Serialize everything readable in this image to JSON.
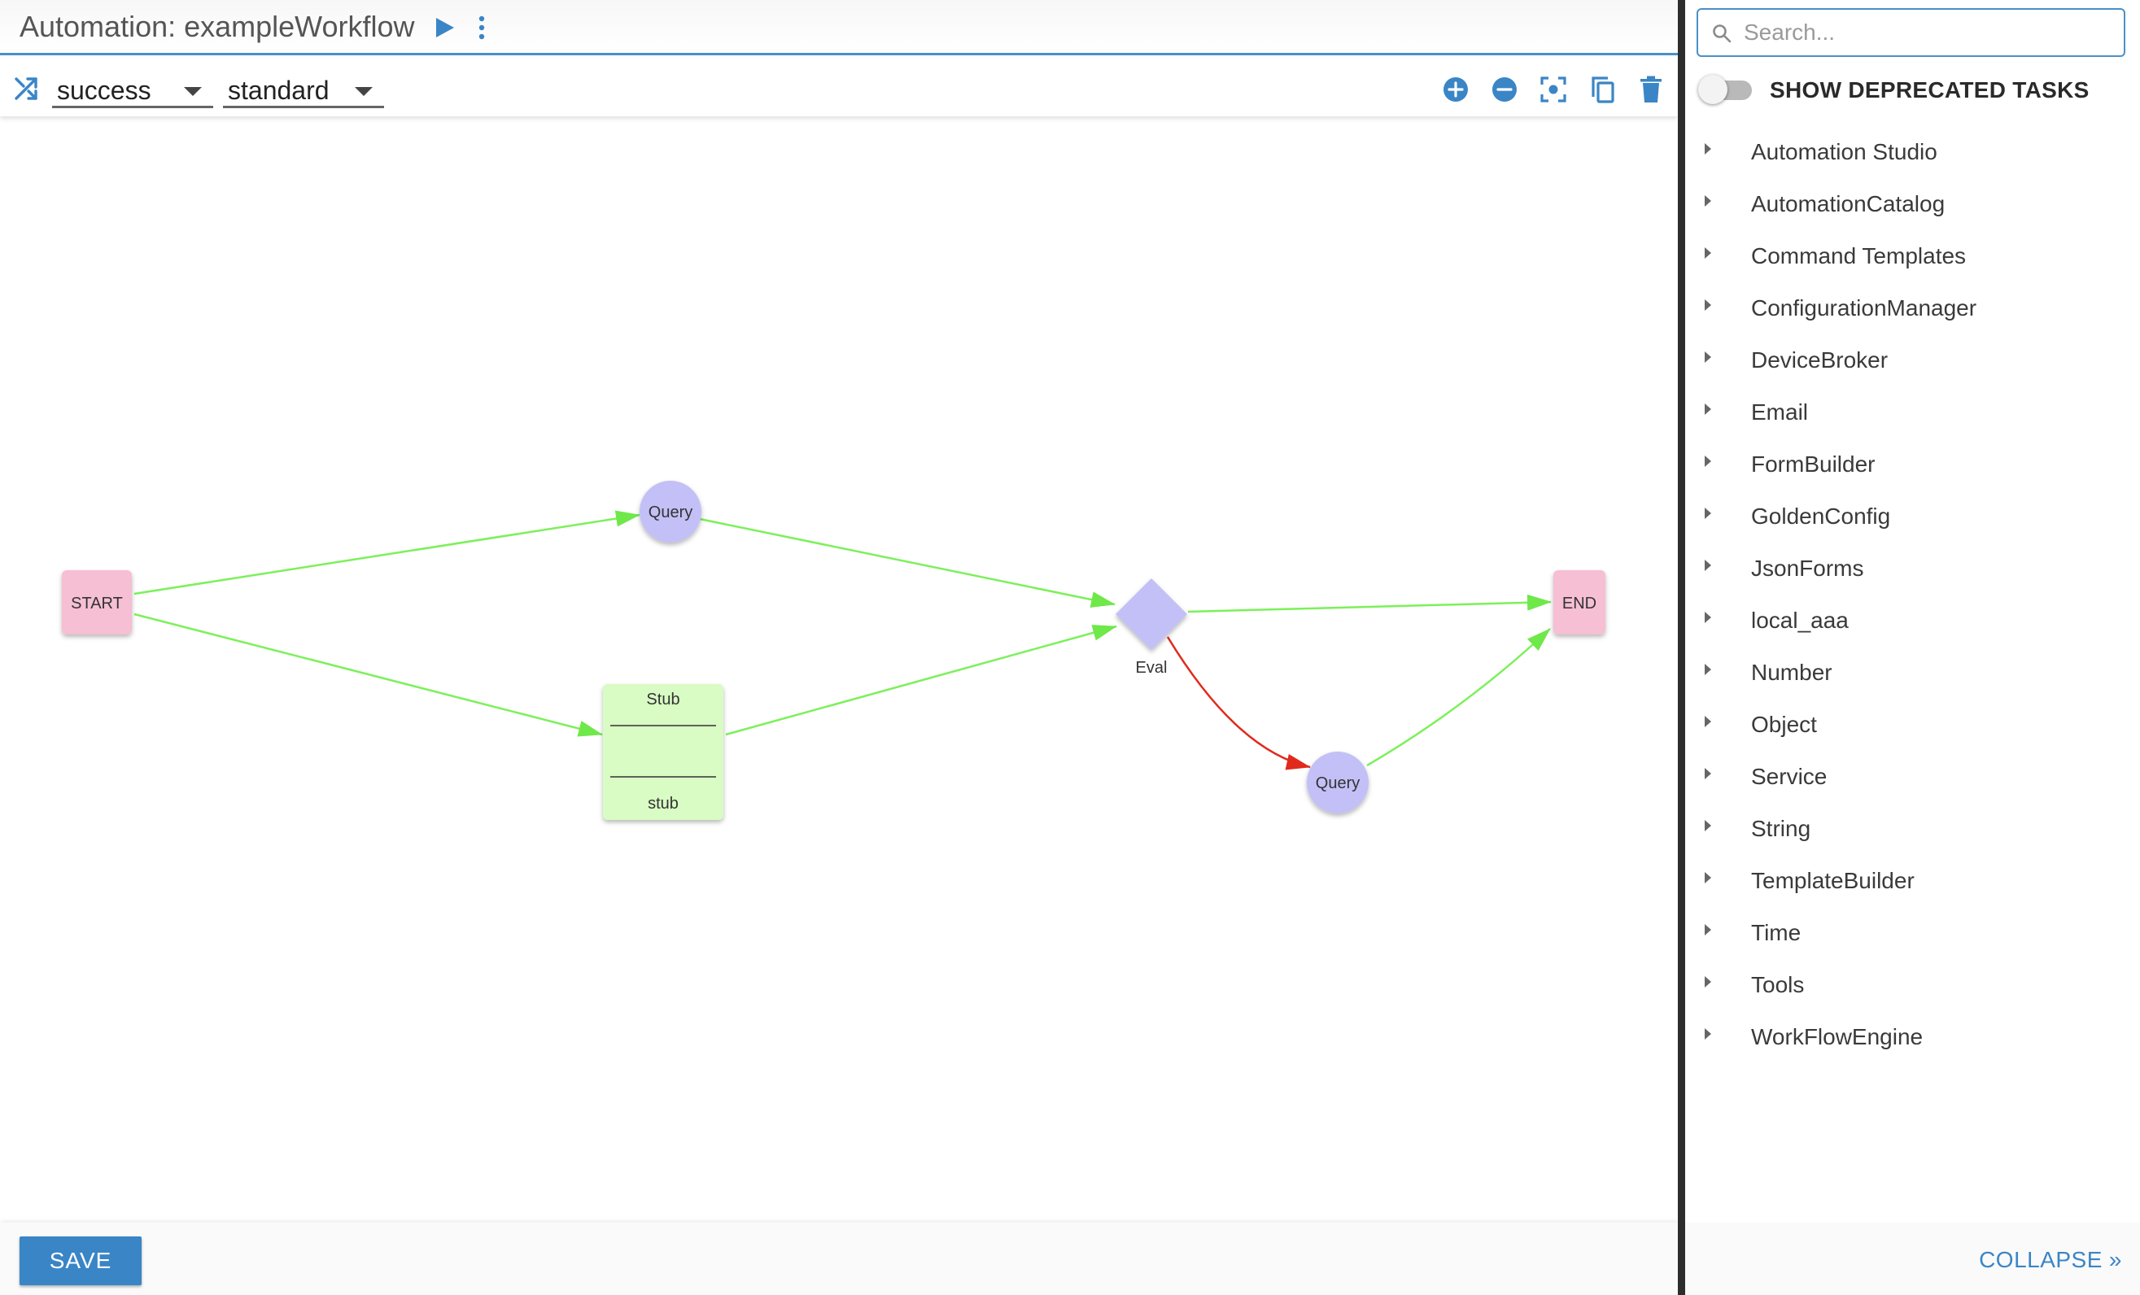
{
  "header": {
    "title": "Automation: exampleWorkflow",
    "accent_color": "#4a90c8"
  },
  "toolbar": {
    "status_select": "success",
    "mode_select": "standard",
    "icons": [
      "shuffle-icon",
      "zoom-in-icon",
      "zoom-out-icon",
      "fit-screen-icon",
      "copy-icon",
      "delete-icon"
    ]
  },
  "workflow": {
    "nodes": [
      {
        "id": "start",
        "label": "START",
        "shape": "rounded-rect",
        "color": "#f6bfd3"
      },
      {
        "id": "query1",
        "label": "Query",
        "shape": "circle",
        "color": "#c2c0f6"
      },
      {
        "id": "stub",
        "label": "Stub",
        "sublabel": "stub",
        "shape": "card",
        "color": "#d9fbc4"
      },
      {
        "id": "eval",
        "label": "Eval",
        "shape": "diamond",
        "color": "#c2c0f6"
      },
      {
        "id": "query2",
        "label": "Query",
        "shape": "circle",
        "color": "#c2c0f6"
      },
      {
        "id": "end",
        "label": "END",
        "shape": "rounded-rect",
        "color": "#f6bfd3"
      }
    ],
    "edges": [
      {
        "from": "start",
        "to": "query1",
        "status": "success"
      },
      {
        "from": "start",
        "to": "stub",
        "status": "success"
      },
      {
        "from": "query1",
        "to": "eval",
        "status": "success"
      },
      {
        "from": "stub",
        "to": "eval",
        "status": "success"
      },
      {
        "from": "eval",
        "to": "end",
        "status": "success"
      },
      {
        "from": "eval",
        "to": "query2",
        "status": "failure"
      },
      {
        "from": "query2",
        "to": "end",
        "status": "success"
      }
    ],
    "success_color": "#7cf05a",
    "failure_color": "#e02a1c"
  },
  "footer": {
    "save_label": "SAVE"
  },
  "sidebar": {
    "search_placeholder": "Search...",
    "deprecated_toggle_label": "SHOW DEPRECATED TASKS",
    "deprecated_toggle_on": false,
    "items": [
      {
        "label": "Automation Studio"
      },
      {
        "label": "AutomationCatalog"
      },
      {
        "label": "Command Templates"
      },
      {
        "label": "ConfigurationManager"
      },
      {
        "label": "DeviceBroker"
      },
      {
        "label": "Email"
      },
      {
        "label": "FormBuilder"
      },
      {
        "label": "GoldenConfig"
      },
      {
        "label": "JsonForms"
      },
      {
        "label": "local_aaa"
      },
      {
        "label": "Number"
      },
      {
        "label": "Object"
      },
      {
        "label": "Service"
      },
      {
        "label": "String"
      },
      {
        "label": "TemplateBuilder"
      },
      {
        "label": "Time"
      },
      {
        "label": "Tools"
      },
      {
        "label": "WorkFlowEngine"
      }
    ],
    "collapse_label": "COLLAPSE"
  }
}
